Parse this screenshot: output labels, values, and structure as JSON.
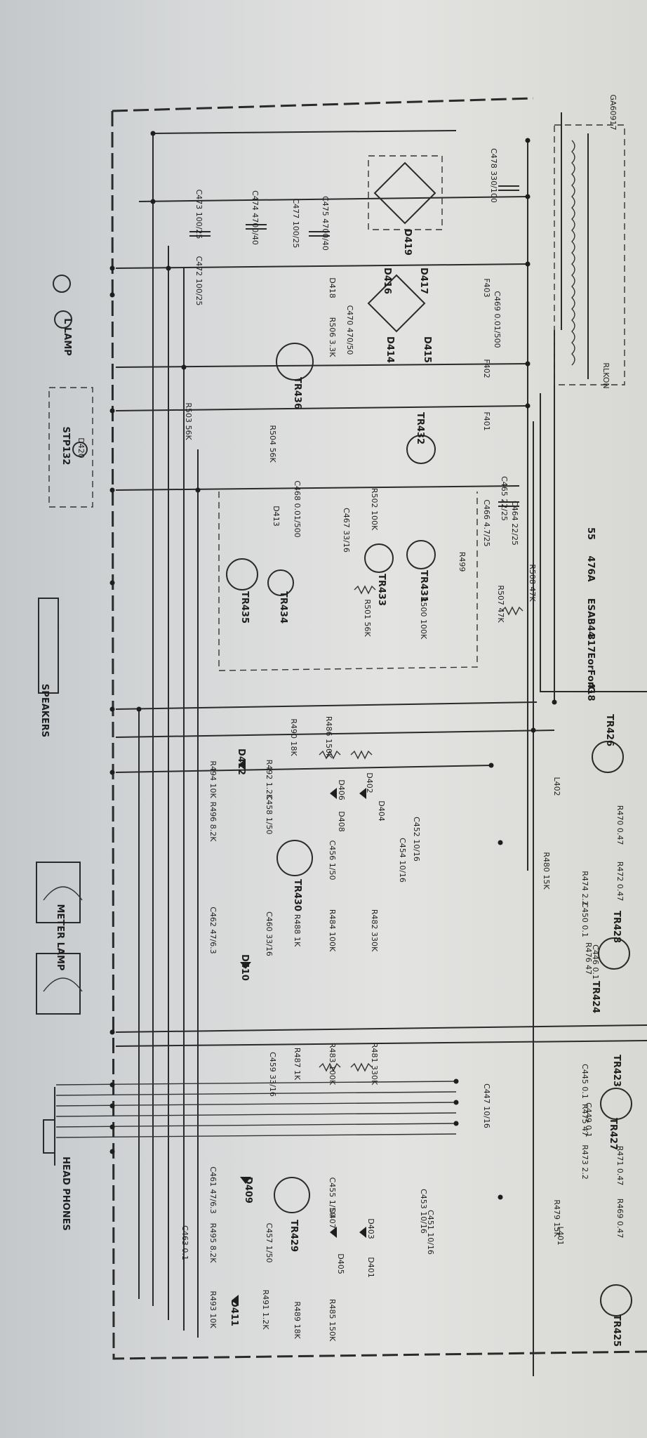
{
  "labels": [
    {
      "id": "c472",
      "text": "C472 100/25"
    },
    {
      "id": "c473",
      "text": "C473 100/25"
    },
    {
      "id": "c474",
      "text": "C474 4700/40"
    },
    {
      "id": "c475",
      "text": "C475 4700/40"
    },
    {
      "id": "c477",
      "text": "C477 100/25"
    },
    {
      "id": "c478",
      "text": "C478 330/100"
    },
    {
      "id": "c470",
      "text": "C470 470/50"
    },
    {
      "id": "c469",
      "text": "C469 0.01/500"
    },
    {
      "id": "d418",
      "text": "D418"
    },
    {
      "id": "r506",
      "text": "R506 3.3K"
    },
    {
      "id": "d419",
      "text": "D419"
    },
    {
      "id": "d416",
      "text": "D416"
    },
    {
      "id": "d417",
      "text": "D417"
    },
    {
      "id": "d414",
      "text": "D414"
    },
    {
      "id": "d415",
      "text": "D415"
    },
    {
      "id": "f403",
      "text": "F403"
    },
    {
      "id": "f402",
      "text": "F402"
    },
    {
      "id": "f401",
      "text": "F401"
    },
    {
      "id": "tr436",
      "text": "TR436"
    },
    {
      "id": "tr432",
      "text": "TR432"
    },
    {
      "id": "r504",
      "text": "R504 56K"
    },
    {
      "id": "r503",
      "text": "R503 56K"
    },
    {
      "id": "lamp",
      "text": "L LAMP"
    },
    {
      "id": "stp",
      "text": "STP132"
    },
    {
      "id": "d420",
      "text": "D420"
    },
    {
      "id": "speakers",
      "text": "SPEAKERS"
    },
    {
      "id": "tr435",
      "text": "TR435"
    },
    {
      "id": "tr434",
      "text": "TR434"
    },
    {
      "id": "tr433",
      "text": "TR433"
    },
    {
      "id": "tr431",
      "text": "TR431"
    },
    {
      "id": "d413",
      "text": "D413"
    },
    {
      "id": "c468",
      "text": "C468 0.01/500"
    },
    {
      "id": "c467",
      "text": "C467 33/16"
    },
    {
      "id": "c466",
      "text": "C466 4.7/25"
    },
    {
      "id": "c465",
      "text": "C465 22/25"
    },
    {
      "id": "c464",
      "text": "C464 22/25"
    },
    {
      "id": "r499",
      "text": "R499"
    },
    {
      "id": "r508",
      "text": "R508 47K"
    },
    {
      "id": "r507",
      "text": "R507 47K"
    },
    {
      "id": "r502",
      "text": "R502 100K"
    },
    {
      "id": "r501",
      "text": "R501 56K"
    },
    {
      "id": "r500",
      "text": "R500 100K"
    },
    {
      "id": "ic_a",
      "text": "476A"
    },
    {
      "id": "ic_b",
      "text": "ESAB44"
    },
    {
      "id": "ic_c",
      "text": "817EorForG"
    },
    {
      "id": "ic_d",
      "text": "418"
    },
    {
      "id": "ic_e",
      "text": "55"
    },
    {
      "id": "transformer",
      "text": "GA60917"
    },
    {
      "id": "rlkon",
      "text": "RLKON"
    },
    {
      "id": "tr426",
      "text": "TR426"
    },
    {
      "id": "tr428",
      "text": "TR428"
    },
    {
      "id": "tr424",
      "text": "TR424"
    },
    {
      "id": "tr423",
      "text": "TR423"
    },
    {
      "id": "tr427",
      "text": "TR427"
    },
    {
      "id": "tr425",
      "text": "TR425"
    },
    {
      "id": "d412",
      "text": "D412"
    },
    {
      "id": "r494",
      "text": "R494 10K"
    },
    {
      "id": "r490",
      "text": "R490 18K"
    },
    {
      "id": "r486",
      "text": "R486 150K"
    },
    {
      "id": "d402",
      "text": "D402"
    },
    {
      "id": "d406",
      "text": "D406"
    },
    {
      "id": "d404",
      "text": "D404"
    },
    {
      "id": "d408",
      "text": "D408"
    },
    {
      "id": "r492",
      "text": "R492 1.2K"
    },
    {
      "id": "r496",
      "text": "R496 8.2K"
    },
    {
      "id": "c458",
      "text": "C458 1/50"
    },
    {
      "id": "tr430",
      "text": "TR430"
    },
    {
      "id": "c456",
      "text": "C456 1/50"
    },
    {
      "id": "c454",
      "text": "C454 10/16"
    },
    {
      "id": "c452",
      "text": "C452 10/16"
    },
    {
      "id": "c462",
      "text": "C462 47/6.3"
    },
    {
      "id": "r488",
      "text": "R488 1K"
    },
    {
      "id": "c460",
      "text": "C460 33/16"
    },
    {
      "id": "r484",
      "text": "R484 100K"
    },
    {
      "id": "r482",
      "text": "R482 330K"
    },
    {
      "id": "d410",
      "text": "D410"
    },
    {
      "id": "meter",
      "text": "METER LAMP"
    },
    {
      "id": "r487",
      "text": "R487 1K"
    },
    {
      "id": "c459",
      "text": "C459 33/16"
    },
    {
      "id": "r483",
      "text": "R483 100K"
    },
    {
      "id": "r481",
      "text": "R481 330K"
    },
    {
      "id": "c447",
      "text": "C447 10/16"
    },
    {
      "id": "c461",
      "text": "C461 47/6.3"
    },
    {
      "id": "head",
      "text": "HEAD PHONES"
    },
    {
      "id": "c463",
      "text": "C463 0.1"
    },
    {
      "id": "d409",
      "text": "D409"
    },
    {
      "id": "r495",
      "text": "R495 8.2K"
    },
    {
      "id": "tr429",
      "text": "TR429"
    },
    {
      "id": "c457",
      "text": "C457 1/50"
    },
    {
      "id": "d407",
      "text": "D407"
    },
    {
      "id": "d405",
      "text": "D405"
    },
    {
      "id": "d403",
      "text": "D403"
    },
    {
      "id": "d401",
      "text": "D401"
    },
    {
      "id": "c455",
      "text": "C455 1/50"
    },
    {
      "id": "c451",
      "text": "C451 10/16"
    },
    {
      "id": "c453",
      "text": "C453 10/16"
    },
    {
      "id": "d411",
      "text": "D411"
    },
    {
      "id": "r493",
      "text": "R493 10K"
    },
    {
      "id": "r491",
      "text": "R491 1.2K"
    },
    {
      "id": "r489",
      "text": "R489 18K"
    },
    {
      "id": "r485",
      "text": "R485 150K"
    },
    {
      "id": "l402",
      "text": "L402"
    },
    {
      "id": "l401",
      "text": "L401"
    },
    {
      "id": "r470",
      "text": "R470 0.47"
    },
    {
      "id": "r472",
      "text": "R472 0.47"
    },
    {
      "id": "r469",
      "text": "R469 0.47"
    },
    {
      "id": "r471",
      "text": "R471 0.47"
    },
    {
      "id": "c450",
      "text": "C450 0.1"
    },
    {
      "id": "c449",
      "text": "C449 0.1"
    },
    {
      "id": "c446",
      "text": "C446 0.1"
    },
    {
      "id": "c445",
      "text": "C445 0.1"
    },
    {
      "id": "r474",
      "text": "R474 2.2"
    },
    {
      "id": "r473",
      "text": "R473 2.2"
    },
    {
      "id": "r476",
      "text": "R476 47"
    },
    {
      "id": "r475",
      "text": "R475 47"
    },
    {
      "id": "r480",
      "text": "R480 15K"
    },
    {
      "id": "r479",
      "text": "R479 15K"
    }
  ]
}
